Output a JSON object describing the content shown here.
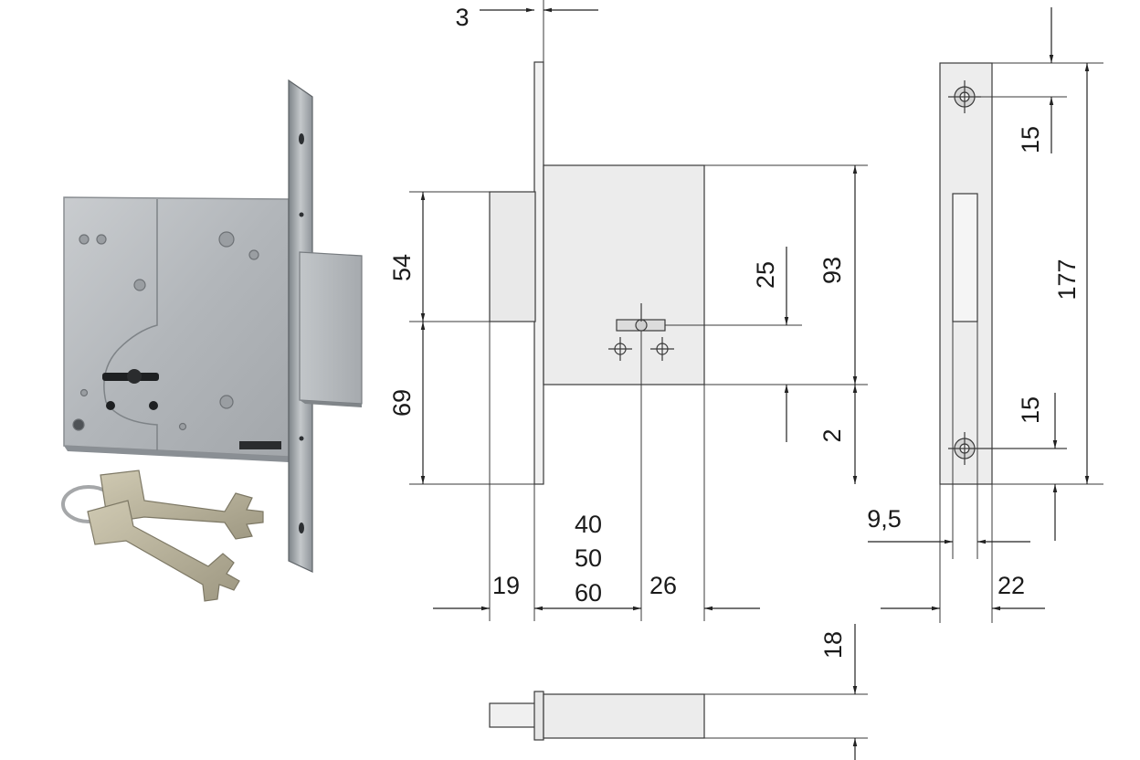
{
  "colors": {
    "background": "#ffffff",
    "line": "#3a3a3a",
    "part_fill": "#ececec",
    "lock_body": "#b9bcbf",
    "metal_dark": "#8d9296",
    "key_metal": "#b3ad96"
  },
  "product_photo": {
    "subject": "mortice deadlock with two double-bit keys"
  },
  "dimensions": {
    "faceplate_thickness": "3",
    "upper_bolt_height": "54",
    "lower_height": "69",
    "bolt_offset": "25",
    "case_height": "93",
    "key_offset": "2",
    "bolt_projection": "19",
    "backset_a": "40",
    "backset_b": "50",
    "backset_c": "60",
    "case_depth": "26",
    "strike_top_screw": "15",
    "strike_bottom_screw": "15",
    "strike_length": "177",
    "strike_opening": "9,5",
    "strike_width": "22",
    "bolt_height": "18"
  }
}
